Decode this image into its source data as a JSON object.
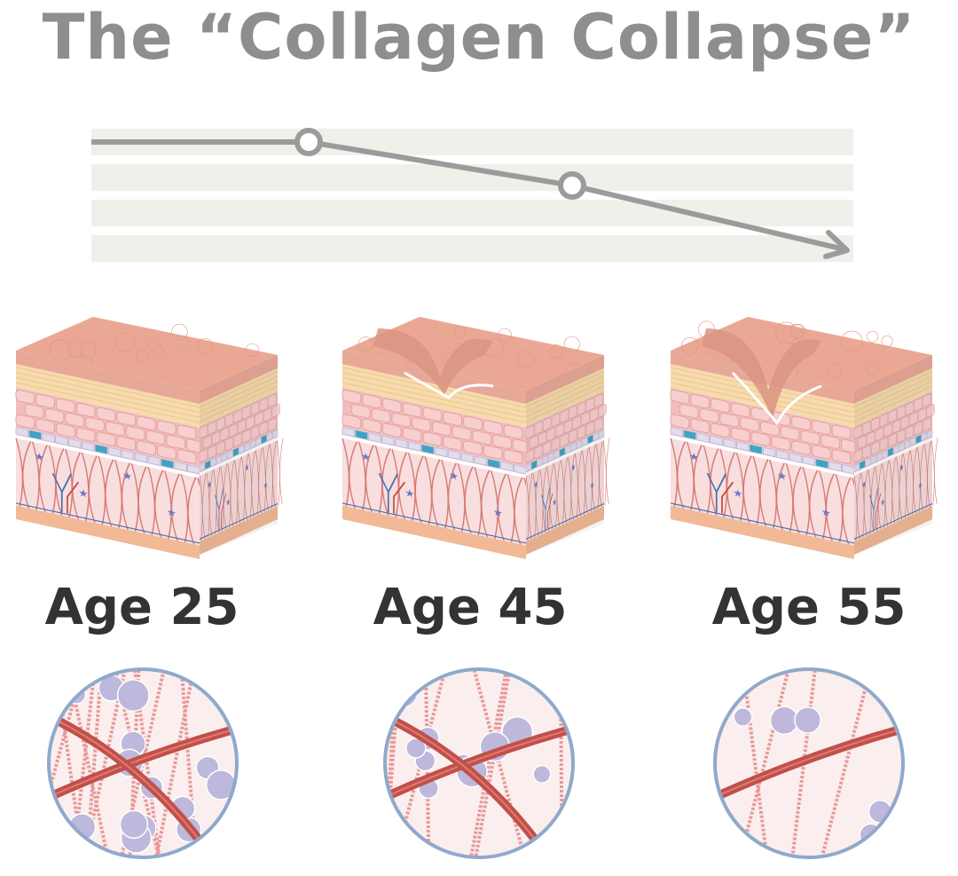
{
  "title": "The “Collagen Collapse”",
  "colors": {
    "title": "#8e8e8e",
    "trend_line": "#9b9b9b",
    "stripe": "#eef0ea",
    "label": "#333333",
    "circle_border": "#8fa9cc"
  },
  "trend": {
    "description_points": [
      "Age 25",
      "Age 45",
      "Age 55"
    ],
    "direction": "declining"
  },
  "stages": [
    {
      "label": "Age 25"
    },
    {
      "label": "Age 45"
    },
    {
      "label": "Age 55"
    }
  ]
}
